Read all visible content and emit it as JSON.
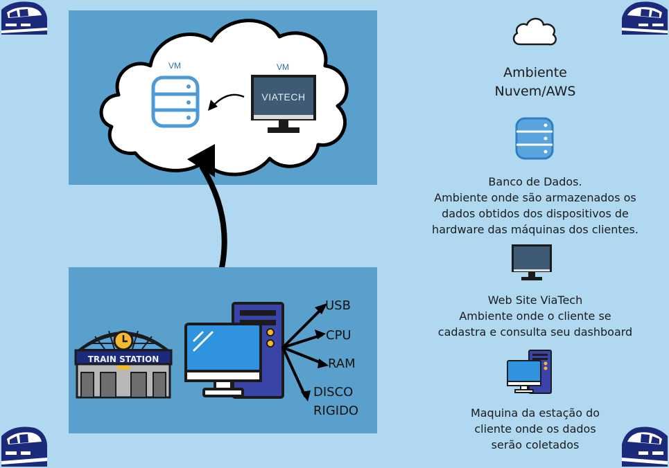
{
  "diagram": {
    "cloud_panel": {
      "db_vm_label": "VM",
      "web_vm_label": "VM",
      "monitor_text": "VIATECH"
    },
    "station_panel": {
      "station_sign": "TRAIN STATION",
      "hardware_items": [
        "USB",
        "CPU",
        "RAM",
        "DISCO",
        "RIGIDO"
      ]
    }
  },
  "legend": {
    "title_line1": "Ambiente",
    "title_line2": "Nuvem/AWS",
    "database": {
      "line1": "Banco de Dados.",
      "line2": "Ambiente onde são armazenados os",
      "line3": "dados obtidos dos dispositivos de",
      "line4": "hardware das máquinas dos clientes."
    },
    "website": {
      "line1": "Web Site ViaTech",
      "line2": "Ambiente onde o cliente se",
      "line3": "cadastra e consulta seu dashboard"
    },
    "station_machine": {
      "line1": "Maquina da estação do",
      "line2": "cliente onde os dados",
      "line3": "serão coletados"
    }
  },
  "colors": {
    "background": "#b0d9f1",
    "panel": "#5aa0cd",
    "train_navy": "#1c2a7c",
    "db_blue": "#5aa4de",
    "monitor_screen": "#3e5a74",
    "pc_blue": "#2f93e0"
  },
  "icons": [
    "train-icon",
    "cloud-icon",
    "database-icon",
    "monitor-icon",
    "desktop-computer-icon",
    "train-station-icon"
  ]
}
